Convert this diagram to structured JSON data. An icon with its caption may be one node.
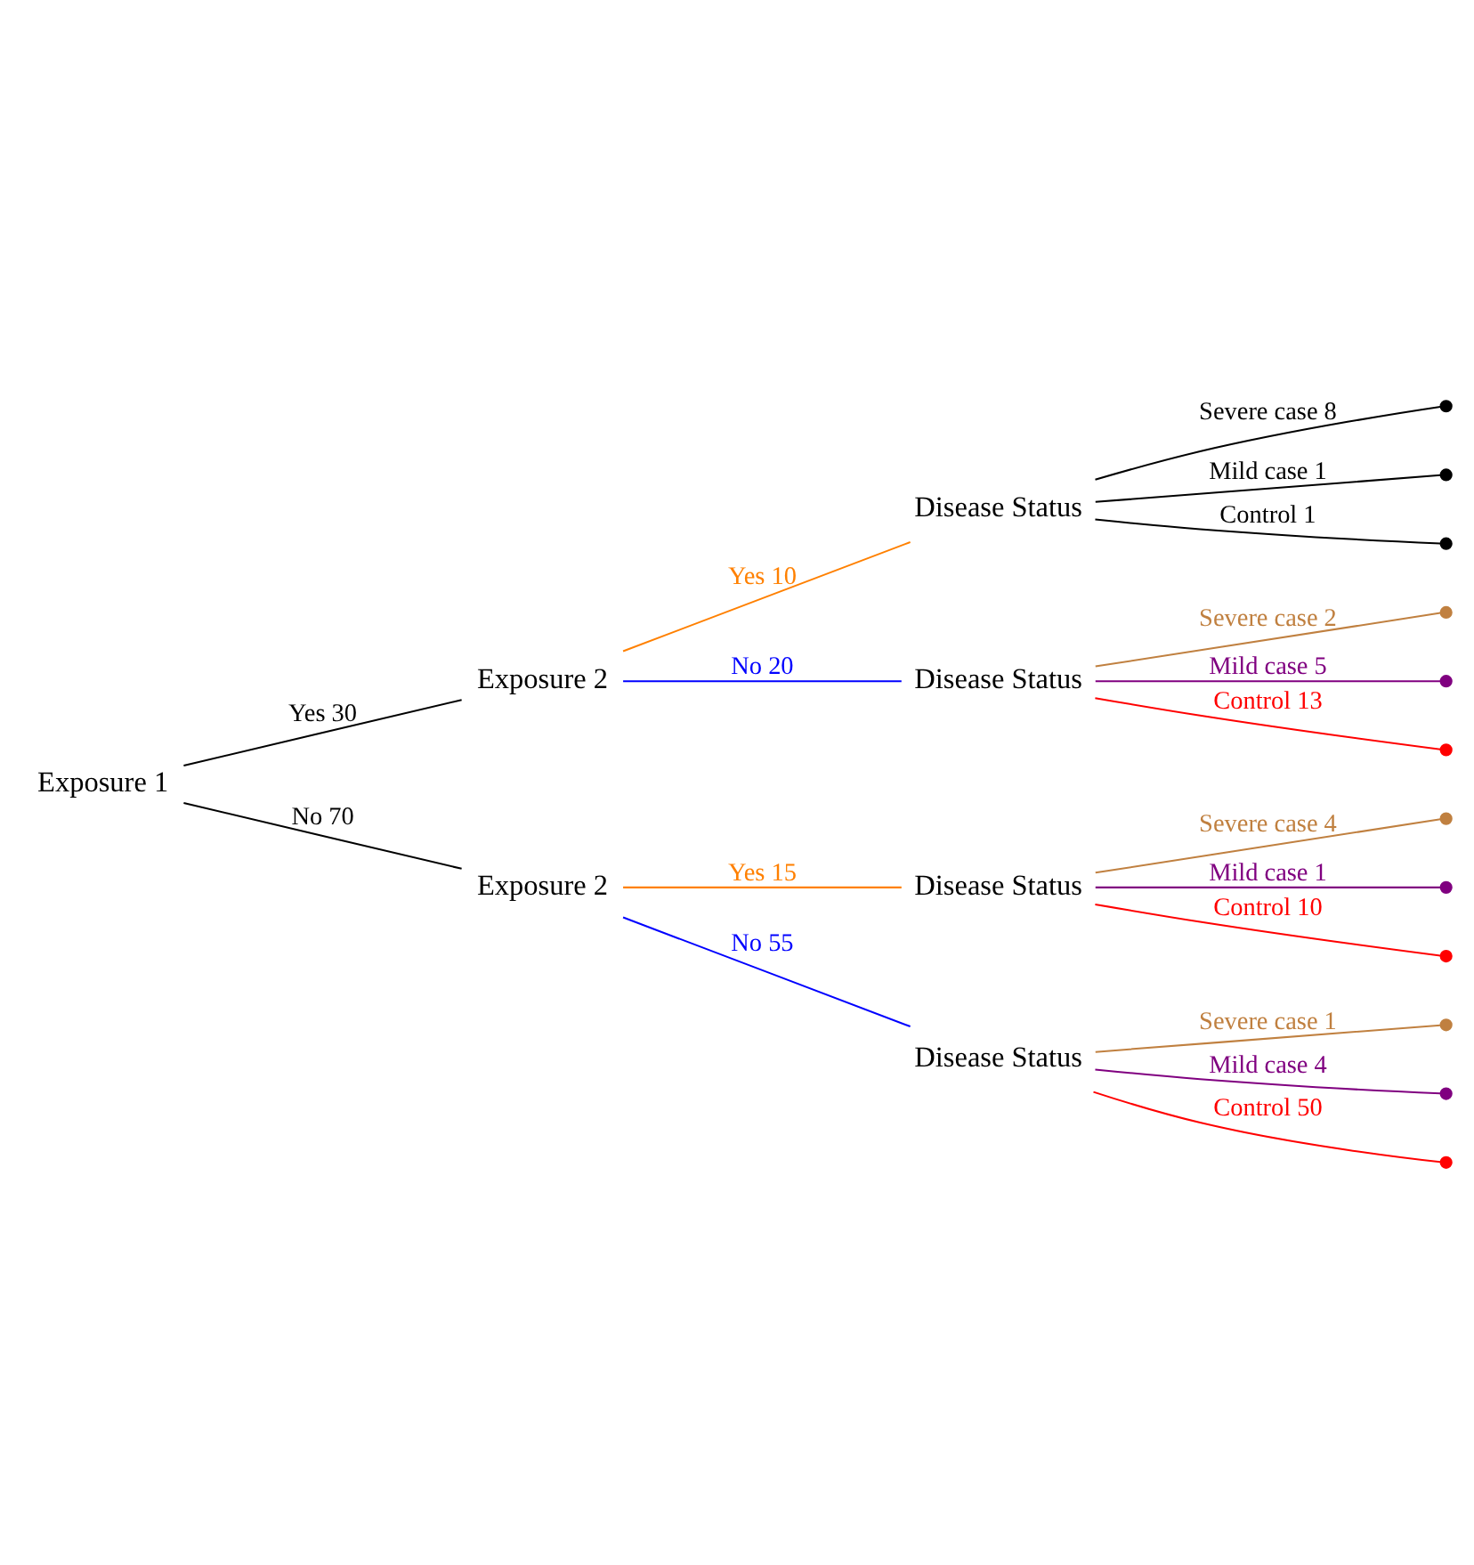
{
  "diagram": {
    "nodes": [
      {
        "text": [
          "Exposure 1"
        ]
      },
      {
        "text": [
          "Exposure 2"
        ]
      },
      {
        "text": [
          "Exposure 2"
        ]
      },
      {
        "text": [
          "Disease Status"
        ]
      },
      {
        "text": [
          "Disease Status"
        ]
      },
      {
        "text": [
          "Disease Status"
        ]
      },
      {
        "text": [
          "Disease Status"
        ]
      },
      {
        "text": [],
        "shape": "circle"
      },
      {
        "text": [],
        "shape": "circle"
      },
      {
        "text": [],
        "shape": "circle"
      },
      {
        "text": [],
        "shape": "circle"
      },
      {
        "text": [],
        "shape": "circle"
      },
      {
        "text": [],
        "shape": "circle"
      },
      {
        "text": [],
        "shape": "circle"
      },
      {
        "text": [],
        "shape": "circle"
      },
      {
        "text": [],
        "shape": "circle"
      },
      {
        "text": [],
        "shape": "circle"
      },
      {
        "text": [],
        "shape": "circle"
      },
      {
        "text": [],
        "shape": "circle"
      }
    ],
    "edges": [
      {
        "from": 0,
        "to": 1,
        "arrow": "none",
        "label": "Yes 30"
      },
      {
        "from": 0,
        "to": 2,
        "arrow": "none",
        "label": "No 70"
      },
      {
        "from": 1,
        "to": 3,
        "arrow": "none",
        "label": "Yes 10",
        "color": "#ff8000"
      },
      {
        "from": 1,
        "to": 4,
        "arrow": "none",
        "label": "No 20",
        "color": "#0000ff"
      },
      {
        "from": 2,
        "to": 5,
        "arrow": "none",
        "label": "Yes 15",
        "color": "#ff8000"
      },
      {
        "from": 2,
        "to": 6,
        "arrow": "none",
        "label": "No 55",
        "color": "#0000ff"
      },
      {
        "from": 3,
        "to": 7,
        "arrow": "none",
        "label": "Severe case 8"
      },
      {
        "from": 3,
        "to": 8,
        "arrow": "none",
        "label": "Mild case 1"
      },
      {
        "from": 3,
        "to": 9,
        "arrow": "none",
        "label": "Control 1"
      },
      {
        "from": 4,
        "to": 10,
        "arrow": "none",
        "label": "Severe case 2",
        "color": "#c08040"
      },
      {
        "from": 4,
        "to": 11,
        "arrow": "none",
        "label": "Mild case 5",
        "color": "#800080"
      },
      {
        "from": 4,
        "to": 12,
        "arrow": "none",
        "label": "Control 13",
        "color": "#ff0000"
      },
      {
        "from": 5,
        "to": 13,
        "arrow": "none",
        "label": "Severe case 4",
        "color": "#c08040"
      },
      {
        "from": 5,
        "to": 14,
        "arrow": "none",
        "label": "Mild case 1",
        "color": "#800080"
      },
      {
        "from": 5,
        "to": 15,
        "arrow": "none",
        "label": "Control 10",
        "color": "#ff0000"
      },
      {
        "from": 6,
        "to": 16,
        "arrow": "none",
        "label": "Severe case 1",
        "color": "#c08040"
      },
      {
        "from": 6,
        "to": 17,
        "arrow": "none",
        "label": "Mild case 4",
        "color": "#800080"
      },
      {
        "from": 6,
        "to": 18,
        "arrow": "none",
        "label": "Control 50",
        "color": "#ff0000"
      }
    ]
  }
}
